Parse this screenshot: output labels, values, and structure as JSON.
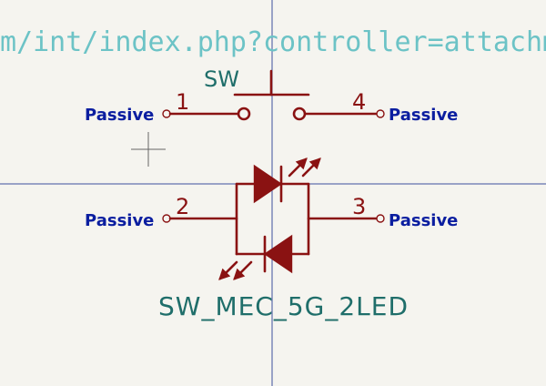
{
  "url_text": "m/int/index.php?controller=attachment&",
  "symbol": {
    "reference": "SW",
    "value": "SW_MEC_5G_2LED"
  },
  "pins": [
    {
      "number": "1",
      "type": "Passive"
    },
    {
      "number": "4",
      "type": "Passive"
    },
    {
      "number": "2",
      "type": "Passive"
    },
    {
      "number": "3",
      "type": "Passive"
    }
  ],
  "colors": {
    "background": "#f5f4ef",
    "symbol_body": "#8a1212",
    "pin_type_text": "#0b1ea0",
    "field_text": "#1f6e6a",
    "url_text": "#6cc3c6",
    "guide_lines": "#3d4f9c"
  }
}
